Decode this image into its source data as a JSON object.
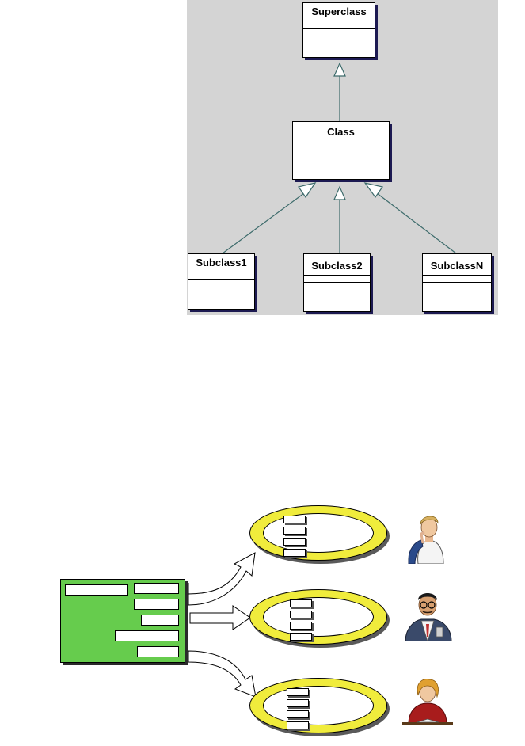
{
  "uml_diagram": {
    "background_color": "#d4d4d4",
    "superclass_label": "Superclass",
    "class_label": "Class",
    "subclass1_label": "Subclass1",
    "subclass2_label": "Subclass2",
    "subclassN_label": "SubclassN",
    "connector_color": "#3d6b6b"
  },
  "instantiation_diagram": {
    "class_template_color": "#66cc4d",
    "object_ring_color": "#f0ec3c",
    "object_count": 3,
    "slots_per_object": 4,
    "template_slot_count": 6,
    "people_icons": [
      "man-with-jacket-icon",
      "man-with-glasses-icon",
      "woman-at-desk-icon"
    ]
  }
}
